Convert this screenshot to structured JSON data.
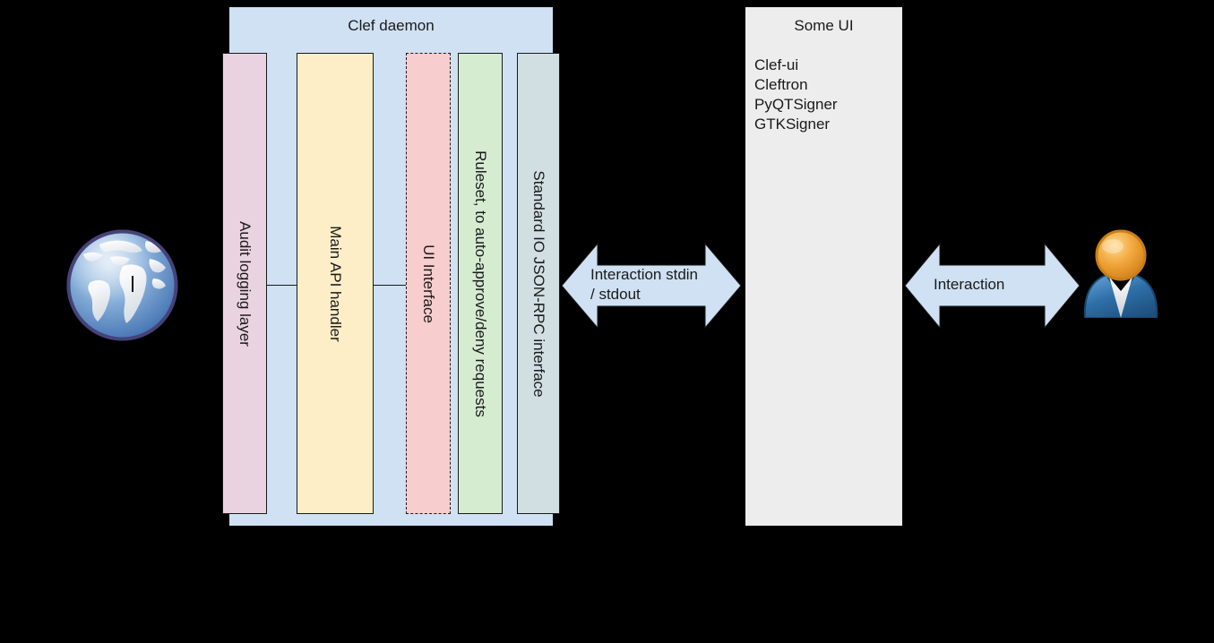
{
  "diagram": {
    "background_color": "#000000",
    "daemon": {
      "title": "Clef daemon",
      "container_color": "#cfe1f3",
      "components": [
        {
          "id": "audit-logging-layer",
          "label": "Audit logging layer",
          "color": "#ead3e1",
          "border": "solid"
        },
        {
          "id": "main-api-handler",
          "label": "Main API handler",
          "color": "#fdeec8",
          "border": "solid"
        },
        {
          "id": "ui-interface",
          "label": "UI Interface",
          "color": "#f8cdcd",
          "border": "dashed"
        },
        {
          "id": "ruleset",
          "label": "Ruleset, to auto-approve/deny requests",
          "color": "#d6ecd1",
          "border": "solid"
        },
        {
          "id": "standard-io-jsonrpc",
          "label": "Standard IO JSON-RPC interface",
          "color": "#d1dfe3",
          "border": "solid"
        }
      ]
    },
    "some_ui": {
      "title": "Some UI",
      "panel_color": "#ededed",
      "items": [
        "Clef-ui",
        "Cleftron",
        "PyQTSigner",
        "GTKSigner"
      ]
    },
    "arrows": [
      {
        "id": "stdio-arrow",
        "label_line1": "Interaction stdin",
        "label_line2": "/ stdout",
        "color": "#cfe1f3"
      },
      {
        "id": "interaction-arrow",
        "label_line1": "Interaction",
        "label_line2": "",
        "color": "#cfe1f3"
      }
    ],
    "icons": [
      {
        "id": "globe-icon",
        "name": "globe-icon",
        "primary_color": "#4a7fbf"
      },
      {
        "id": "user-icon",
        "name": "user-icon",
        "primary_color": "#e8a33d"
      }
    ]
  }
}
